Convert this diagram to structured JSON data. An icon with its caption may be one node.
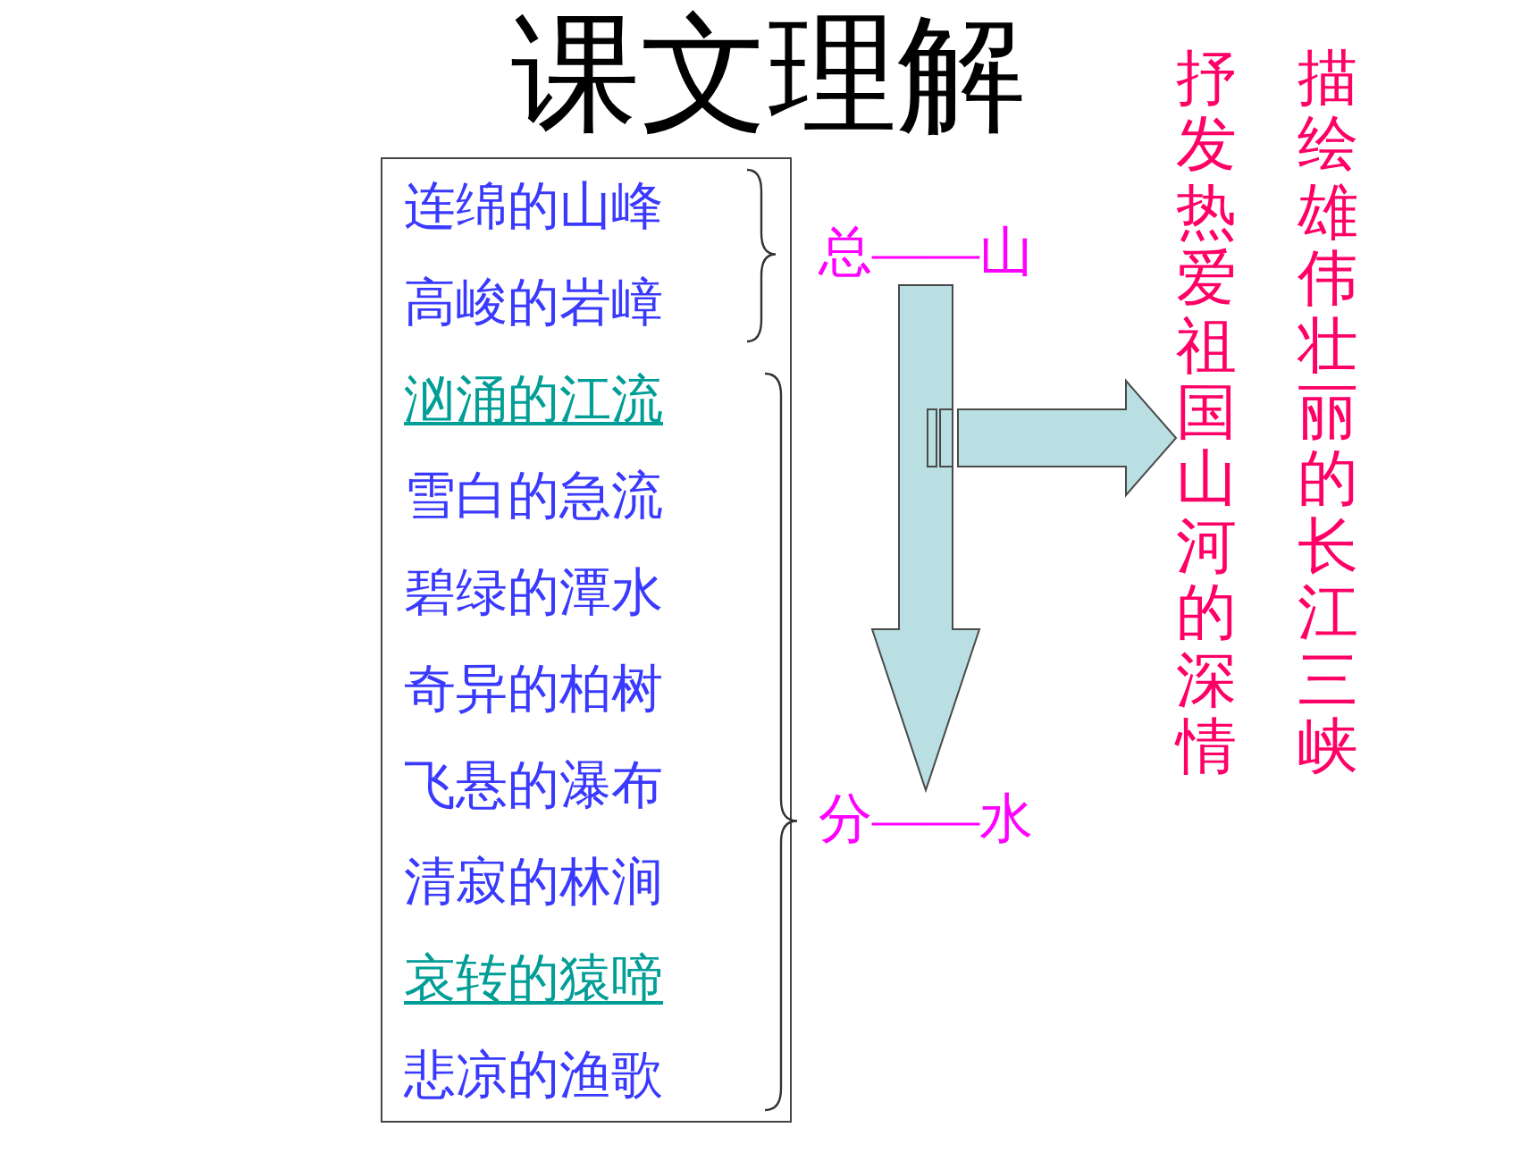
{
  "diagram": {
    "title": "课文理解",
    "nodes": [
      {
        "text": [
          "连绵的山峰",
          "高峻的岩嶂",
          "汹涌的江流",
          "雪白的急流",
          "碧绿的潭水",
          "奇异的柏树",
          "飞悬的瀑布",
          "清寂的林涧",
          "哀转的猿啼",
          "悲凉的渔歌"
        ]
      },
      {
        "text": [
          "总——山"
        ]
      },
      {
        "text": [
          "分——水"
        ]
      },
      {
        "text": [
          "抒发热爱祖国山河的深情",
          "描绘雄伟壮丽的长江三峡"
        ]
      }
    ],
    "edges": [
      {
        "from": 1,
        "to": 2,
        "arrow": "to"
      },
      {
        "from": null,
        "to": 3,
        "arrow": "to"
      }
    ]
  }
}
